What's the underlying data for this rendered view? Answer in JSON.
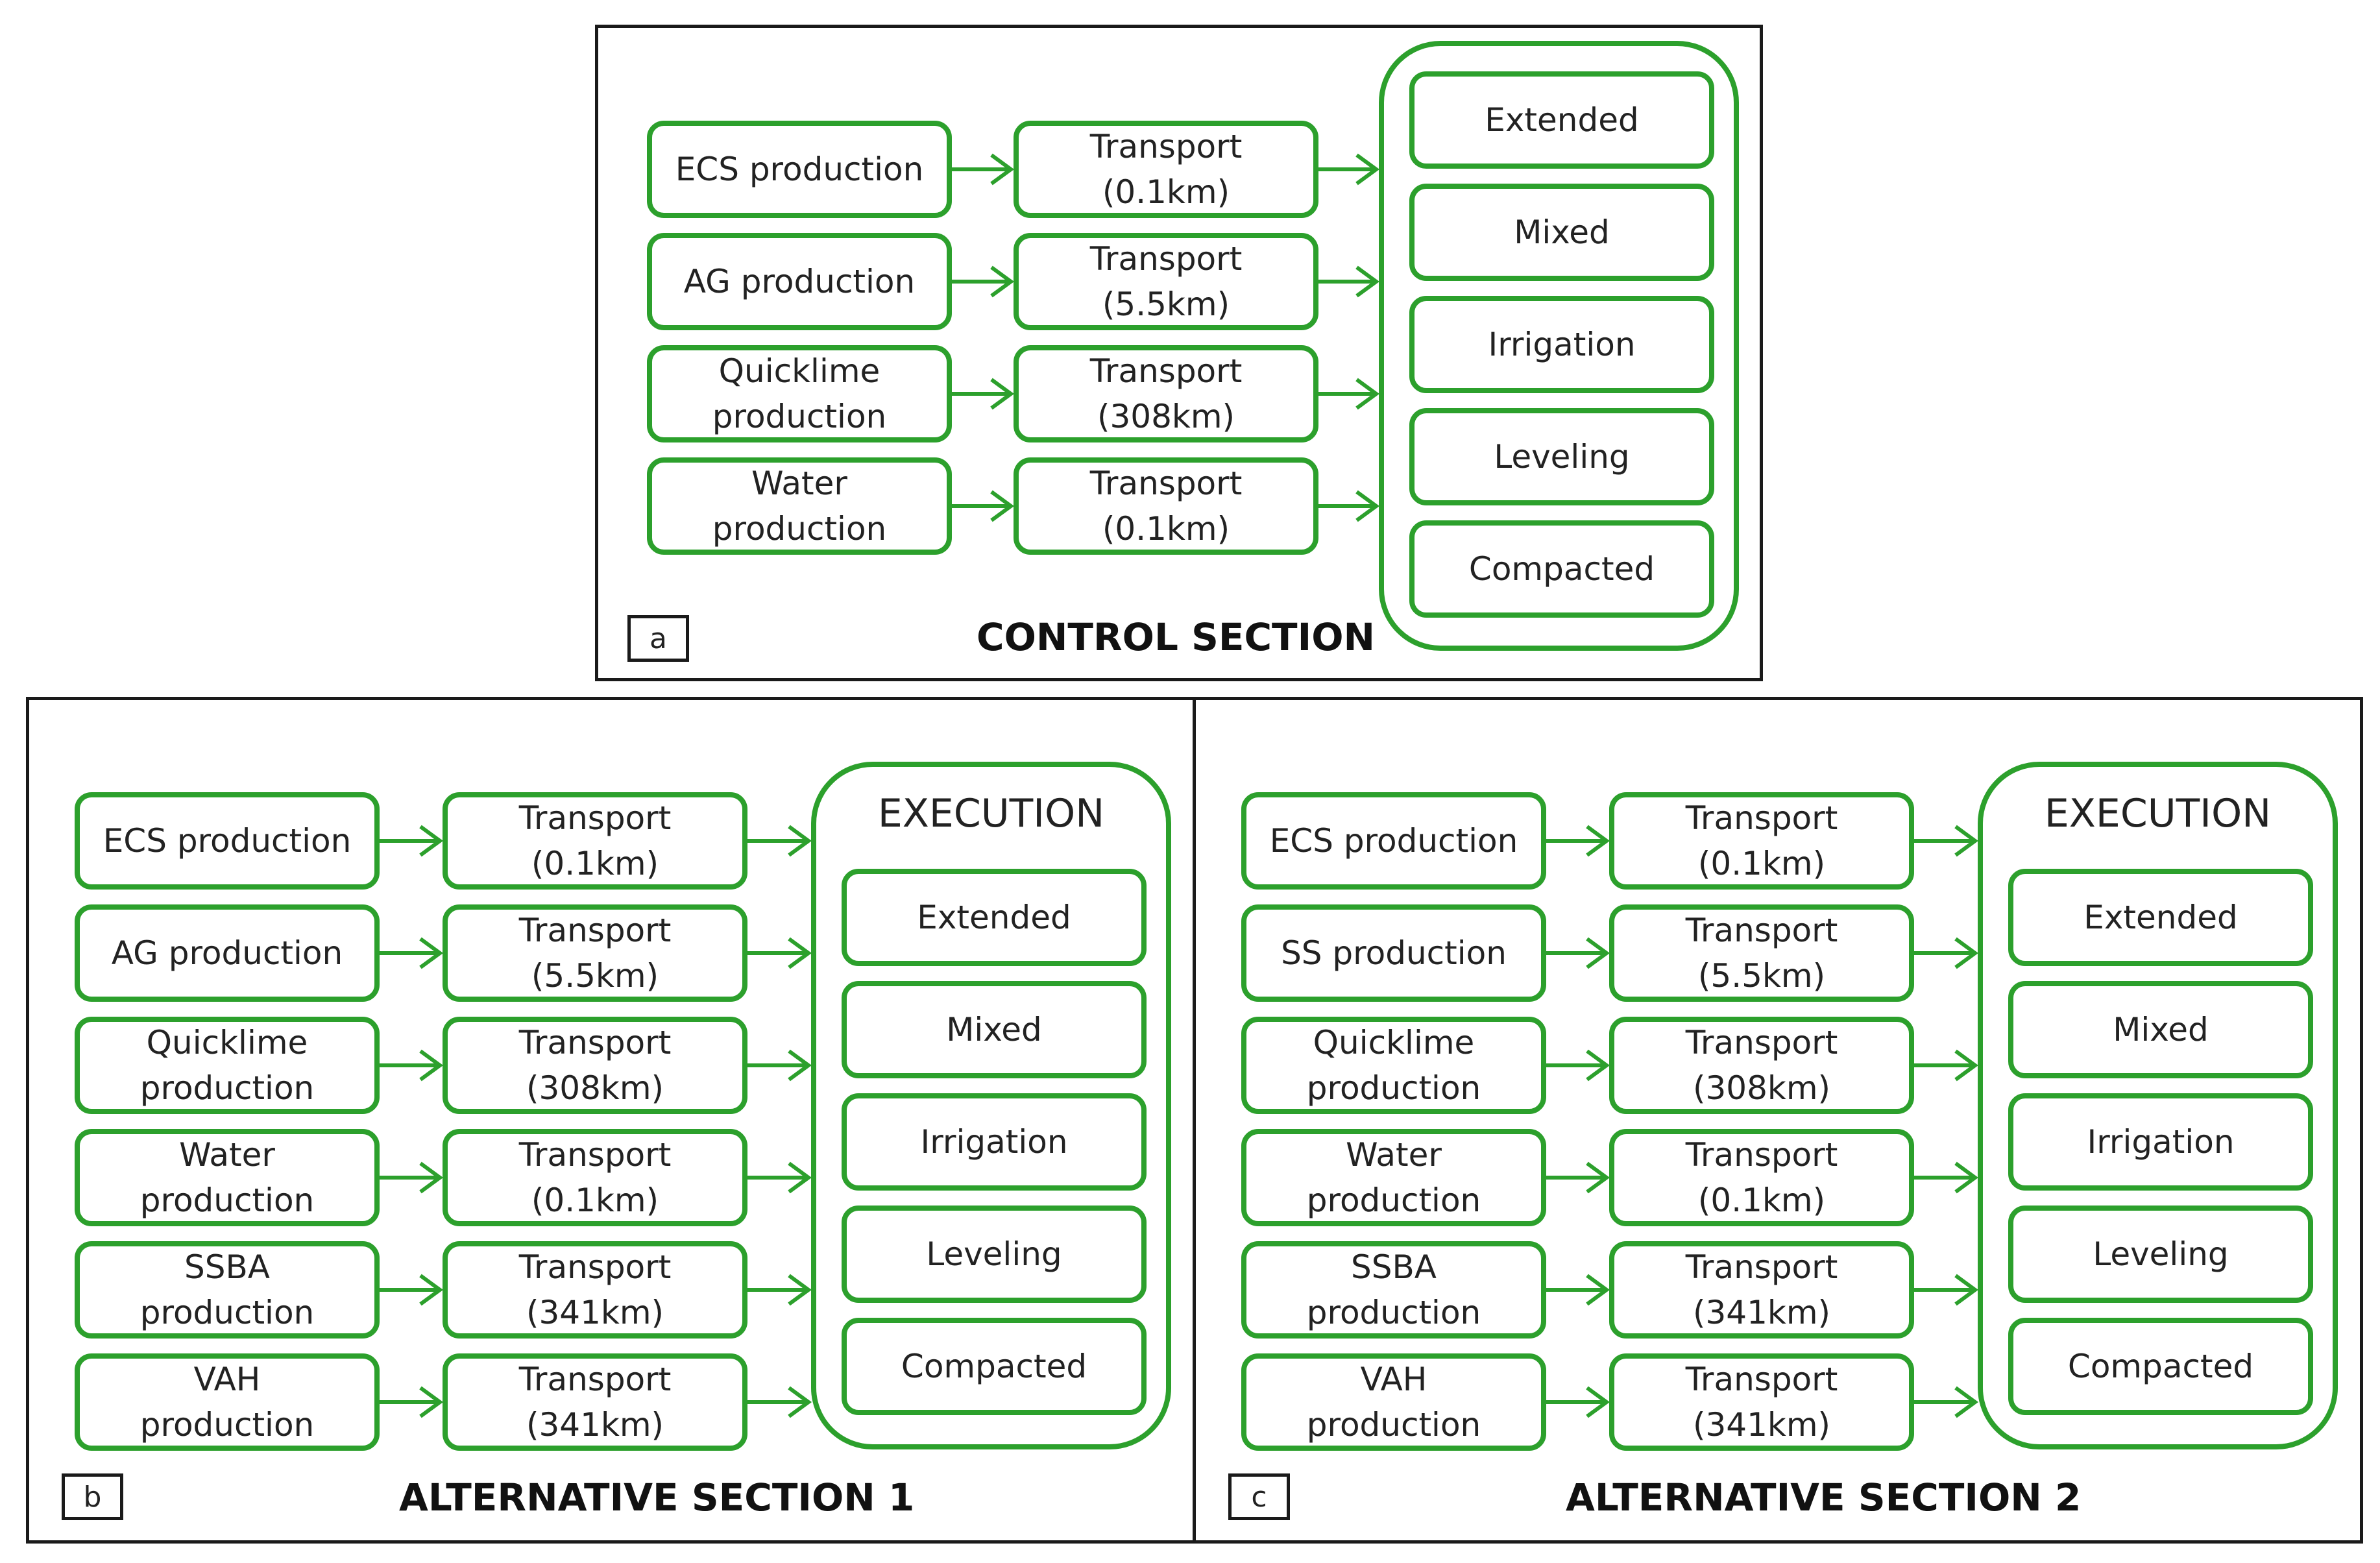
{
  "colors": {
    "accent": "#2ca02c",
    "frame": "#1a1a1a",
    "text": "#222222"
  },
  "panels": [
    {
      "id": "a",
      "tag": "a",
      "title": "CONTROL SECTION",
      "execution_title": "",
      "sources": [
        "ECS production",
        "AG production",
        "Quicklime\nproduction",
        "Water\nproduction"
      ],
      "transports": [
        "Transport\n(0.1km)",
        "Transport\n(5.5km)",
        "Transport\n(308km)",
        "Transport\n(0.1km)"
      ],
      "steps": [
        "Extended",
        "Mixed",
        "Irrigation",
        "Leveling",
        "Compacted"
      ]
    },
    {
      "id": "b",
      "tag": "b",
      "title": "ALTERNATIVE SECTION 1",
      "execution_title": "EXECUTION",
      "sources": [
        "ECS production",
        "AG production",
        "Quicklime\nproduction",
        "Water\nproduction",
        "SSBA\nproduction",
        "VAH\nproduction"
      ],
      "transports": [
        "Transport\n(0.1km)",
        "Transport\n(5.5km)",
        "Transport\n(308km)",
        "Transport\n(0.1km)",
        "Transport\n(341km)",
        "Transport\n(341km)"
      ],
      "steps": [
        "Extended",
        "Mixed",
        "Irrigation",
        "Leveling",
        "Compacted"
      ]
    },
    {
      "id": "c",
      "tag": "c",
      "title": "ALTERNATIVE SECTION 2",
      "execution_title": "EXECUTION",
      "sources": [
        "ECS production",
        "SS production",
        "Quicklime\nproduction",
        "Water\nproduction",
        "SSBA\nproduction",
        "VAH\nproduction"
      ],
      "transports": [
        "Transport\n(0.1km)",
        "Transport\n(5.5km)",
        "Transport\n(308km)",
        "Transport\n(0.1km)",
        "Transport\n(341km)",
        "Transport\n(341km)"
      ],
      "steps": [
        "Extended",
        "Mixed",
        "Irrigation",
        "Leveling",
        "Compacted"
      ]
    }
  ]
}
